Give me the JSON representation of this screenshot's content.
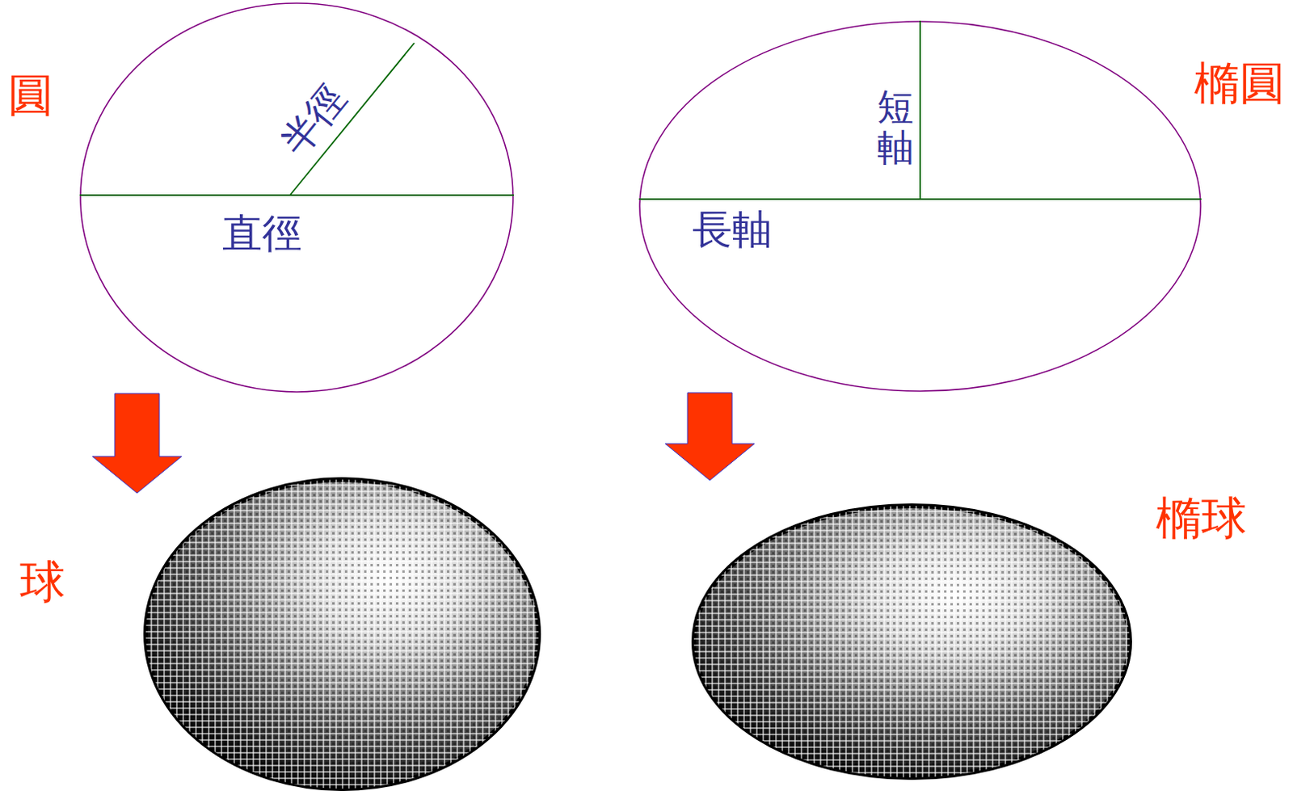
{
  "diagram": {
    "nodes": [
      {
        "text": [
          "圓",
          "半徑",
          "直徑"
        ]
      },
      {
        "text": [
          "橢圓",
          "短軸",
          "長軸"
        ]
      },
      {
        "text": [
          "球"
        ]
      },
      {
        "text": [
          "橢球"
        ]
      }
    ],
    "edges": [
      {
        "from": 0,
        "to": 2,
        "arrow": "to"
      },
      {
        "from": 1,
        "to": 3,
        "arrow": "to"
      }
    ]
  }
}
